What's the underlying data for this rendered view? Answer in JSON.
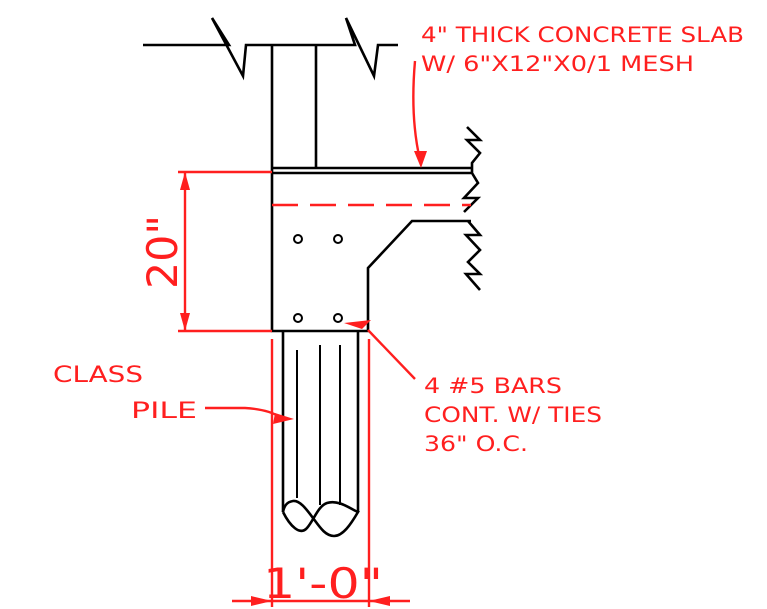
{
  "note_slab": {
    "line1": "4\" THICK CONCRETE SLAB",
    "line2": "W/ 6\"X12\"X0/1 MESH"
  },
  "note_pile": {
    "line1": "CLASS",
    "line2": "PILE"
  },
  "note_bars": {
    "line1": "4 #5 BARS",
    "line2": "CONT. W/ TIES",
    "line3": "36\" O.C."
  },
  "dimension_vertical": "20\"",
  "dimension_horizontal": "1'-0\"",
  "colors": {
    "structure": "#000000",
    "annotation": "#ff1f1f",
    "background": "#ffffff"
  }
}
